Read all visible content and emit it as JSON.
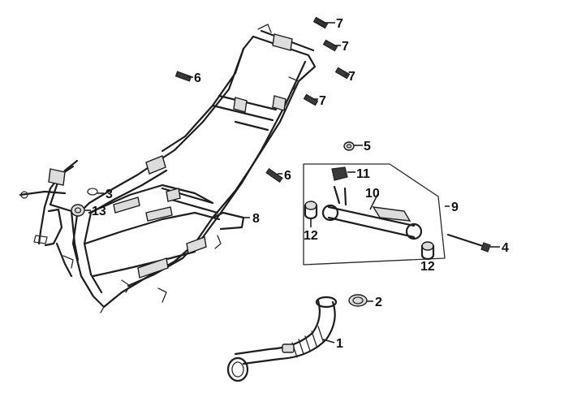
{
  "callouts": {
    "c1": "1",
    "c2": "2",
    "c3": "3",
    "c4": "4",
    "c5": "5",
    "c6a": "6",
    "c6b": "6",
    "c7a": "7",
    "c7b": "7",
    "c7c": "7",
    "c7d": "7",
    "c8": "8",
    "c9": "9",
    "c10": "10",
    "c11": "11",
    "c12a": "12",
    "c12b": "12",
    "c13": "13"
  },
  "colors": {
    "ink": "#1e1e1e",
    "shade": "#dcdcdc",
    "background": "#ffffff"
  }
}
